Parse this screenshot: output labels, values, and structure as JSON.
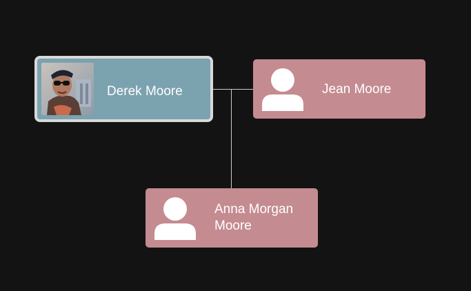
{
  "colors": {
    "background": "#131313",
    "male_node": "#7ba2af",
    "female_node": "#c48b91",
    "selected_border": "#d9d9d9",
    "connector": "#cfcfcf",
    "text": "#ffffff"
  },
  "nodes": {
    "derek": {
      "name": "Derek Moore",
      "gender": "male",
      "selected": true,
      "avatar": "photo"
    },
    "jean": {
      "name": "Jean Moore",
      "gender": "female",
      "selected": false,
      "avatar": "person-icon"
    },
    "anna": {
      "name": "Anna Morgan Moore",
      "gender": "female",
      "selected": false,
      "avatar": "person-icon"
    }
  },
  "relationships": [
    {
      "type": "spouse",
      "from": "derek",
      "to": "jean"
    },
    {
      "type": "child",
      "parents": [
        "derek",
        "jean"
      ],
      "child": "anna"
    }
  ]
}
